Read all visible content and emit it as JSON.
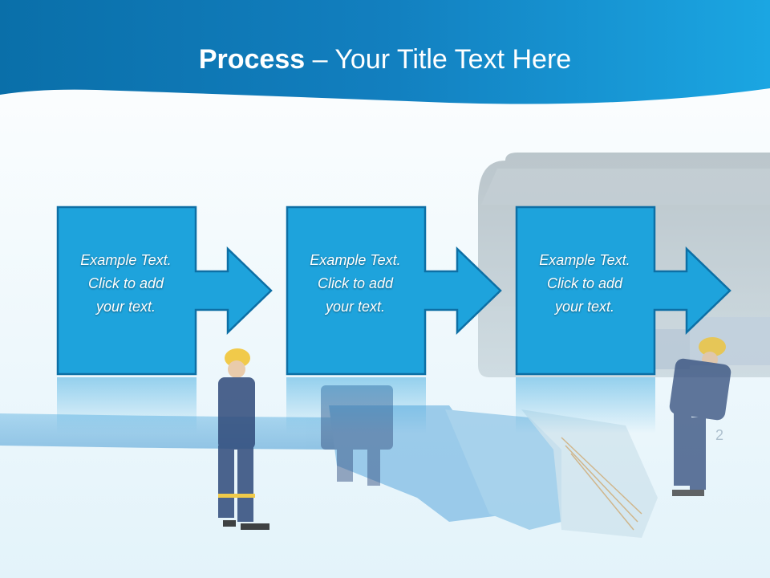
{
  "slide": {
    "title_bold": "Process",
    "title_dash": " – ",
    "title_rest": "Your Title Text Here"
  },
  "steps": [
    {
      "text_line1": "Example Text.",
      "text_line2": "Click  to add",
      "text_line3": "your text."
    },
    {
      "text_line1": "Example Text.",
      "text_line2": "Click  to add",
      "text_line3": "your text."
    },
    {
      "text_line1": "Example Text.",
      "text_line2": "Click  to add",
      "text_line3": "your text."
    }
  ],
  "colors": {
    "header_dark": "#0b7bb5",
    "header_light": "#1aa3df",
    "box_fill": "#1ea3dc",
    "box_border": "#0d6fa5",
    "cable": "#6fb4e0"
  },
  "background_icons": [
    "router-icon",
    "network-cable-icon",
    "worker-figure-icon"
  ]
}
